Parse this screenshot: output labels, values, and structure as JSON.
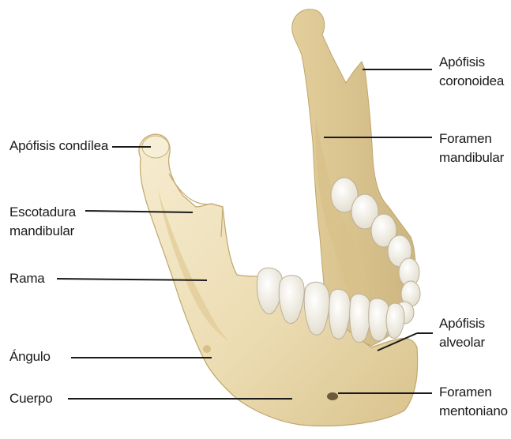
{
  "labels": {
    "condylar_process": "Apófisis condílea",
    "mandibular_notch": [
      "Escotadura",
      "mandibular"
    ],
    "ramus": "Rama",
    "angle": "Ángulo",
    "body": "Cuerpo",
    "coronoid_process": [
      "Apófisis",
      "coronoidea"
    ],
    "mandibular_foramen": [
      "Foramen",
      "mandibular"
    ],
    "alveolar_process": [
      "Apófisis",
      "alveolar"
    ],
    "mental_foramen": [
      "Foramen",
      "mentoniano"
    ]
  },
  "colors": {
    "bone_light": "#f3e6c4",
    "bone_mid": "#e6d3a3",
    "bone_shadow": "#c9b27b",
    "tooth": "#f6f3ea",
    "leader_line": "#1a1a1a",
    "text": "#1a1a1a"
  }
}
